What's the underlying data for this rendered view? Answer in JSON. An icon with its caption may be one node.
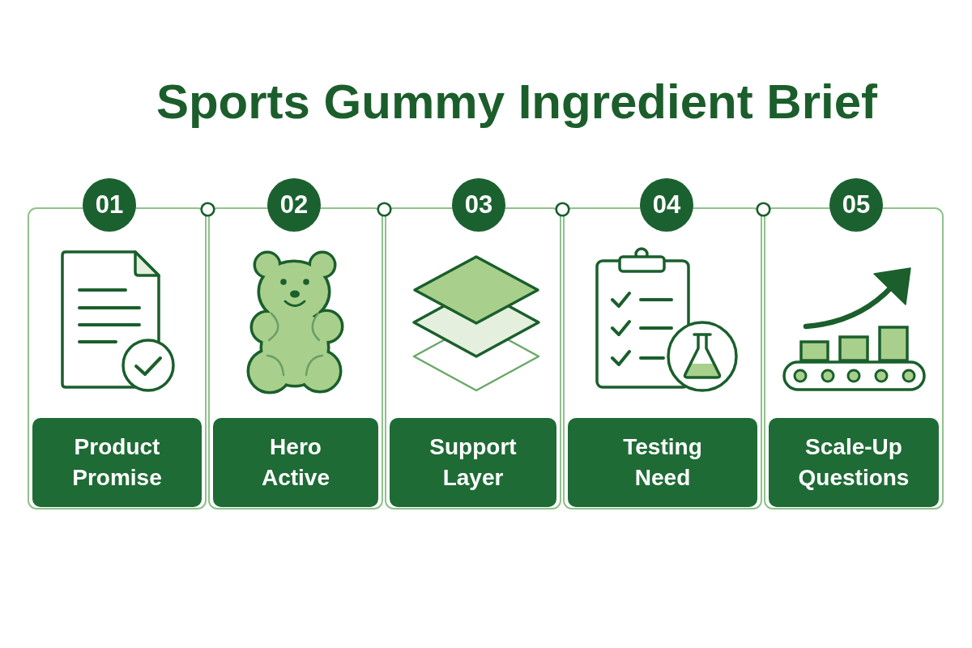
{
  "diagram": {
    "title": "Sports Gummy Ingredient Brief",
    "nodes": [
      {
        "text": [],
        "shape": "box"
      },
      {
        "text": [
          "01"
        ]
      },
      {
        "text": [
          "Product Promise"
        ],
        "in": 0
      },
      {
        "text": [],
        "shape": "box"
      },
      {
        "text": [
          "02"
        ]
      },
      {
        "text": [
          "Hero Active"
        ],
        "in": 3
      },
      {
        "text": [],
        "shape": "box"
      },
      {
        "text": [
          "03"
        ]
      },
      {
        "text": [
          "Support Layer"
        ],
        "in": 6
      },
      {
        "text": [],
        "shape": "box"
      },
      {
        "text": [
          "04"
        ]
      },
      {
        "text": [
          "Testing Need"
        ],
        "in": 9
      },
      {
        "text": [],
        "shape": "box"
      },
      {
        "text": [
          "05"
        ]
      },
      {
        "text": [
          "Scale-Up Questions"
        ],
        "in": 12
      }
    ]
  }
}
